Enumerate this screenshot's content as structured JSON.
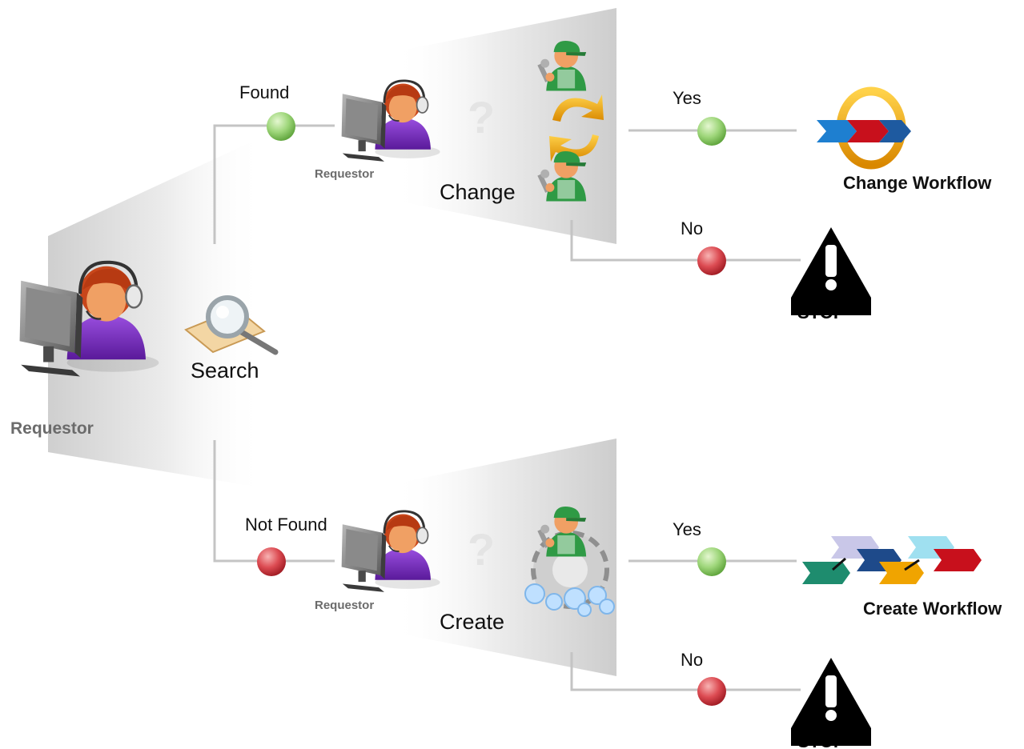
{
  "requestor": {
    "label": "Requestor"
  },
  "search": {
    "label": "Search"
  },
  "found_branch": {
    "condition": "Found",
    "requestor_label": "Requestor",
    "question_mark": "?",
    "action": "Change",
    "yes_label": "Yes",
    "no_label": "No",
    "result_label": "Change Workflow",
    "stop_label": "STOP"
  },
  "not_found_branch": {
    "condition": "Not Found",
    "requestor_label": "Requestor",
    "question_mark": "?",
    "action": "Create",
    "yes_label": "Yes",
    "no_label": "No",
    "result_label": "Create Workflow",
    "stop_label": "STOP"
  },
  "colors": {
    "connector": "#c4c4c4",
    "node_yes": "#8fd06a",
    "node_no": "#d9474e",
    "person_shirt": "#7a2fc0",
    "person_skin": "#f0a064",
    "person_hair": "#c8461a",
    "worker_cap": "#2f9a45",
    "workflow_red": "#c8101c",
    "workflow_blue": "#1e7fd0",
    "workflow_orange": "#f0a400"
  }
}
